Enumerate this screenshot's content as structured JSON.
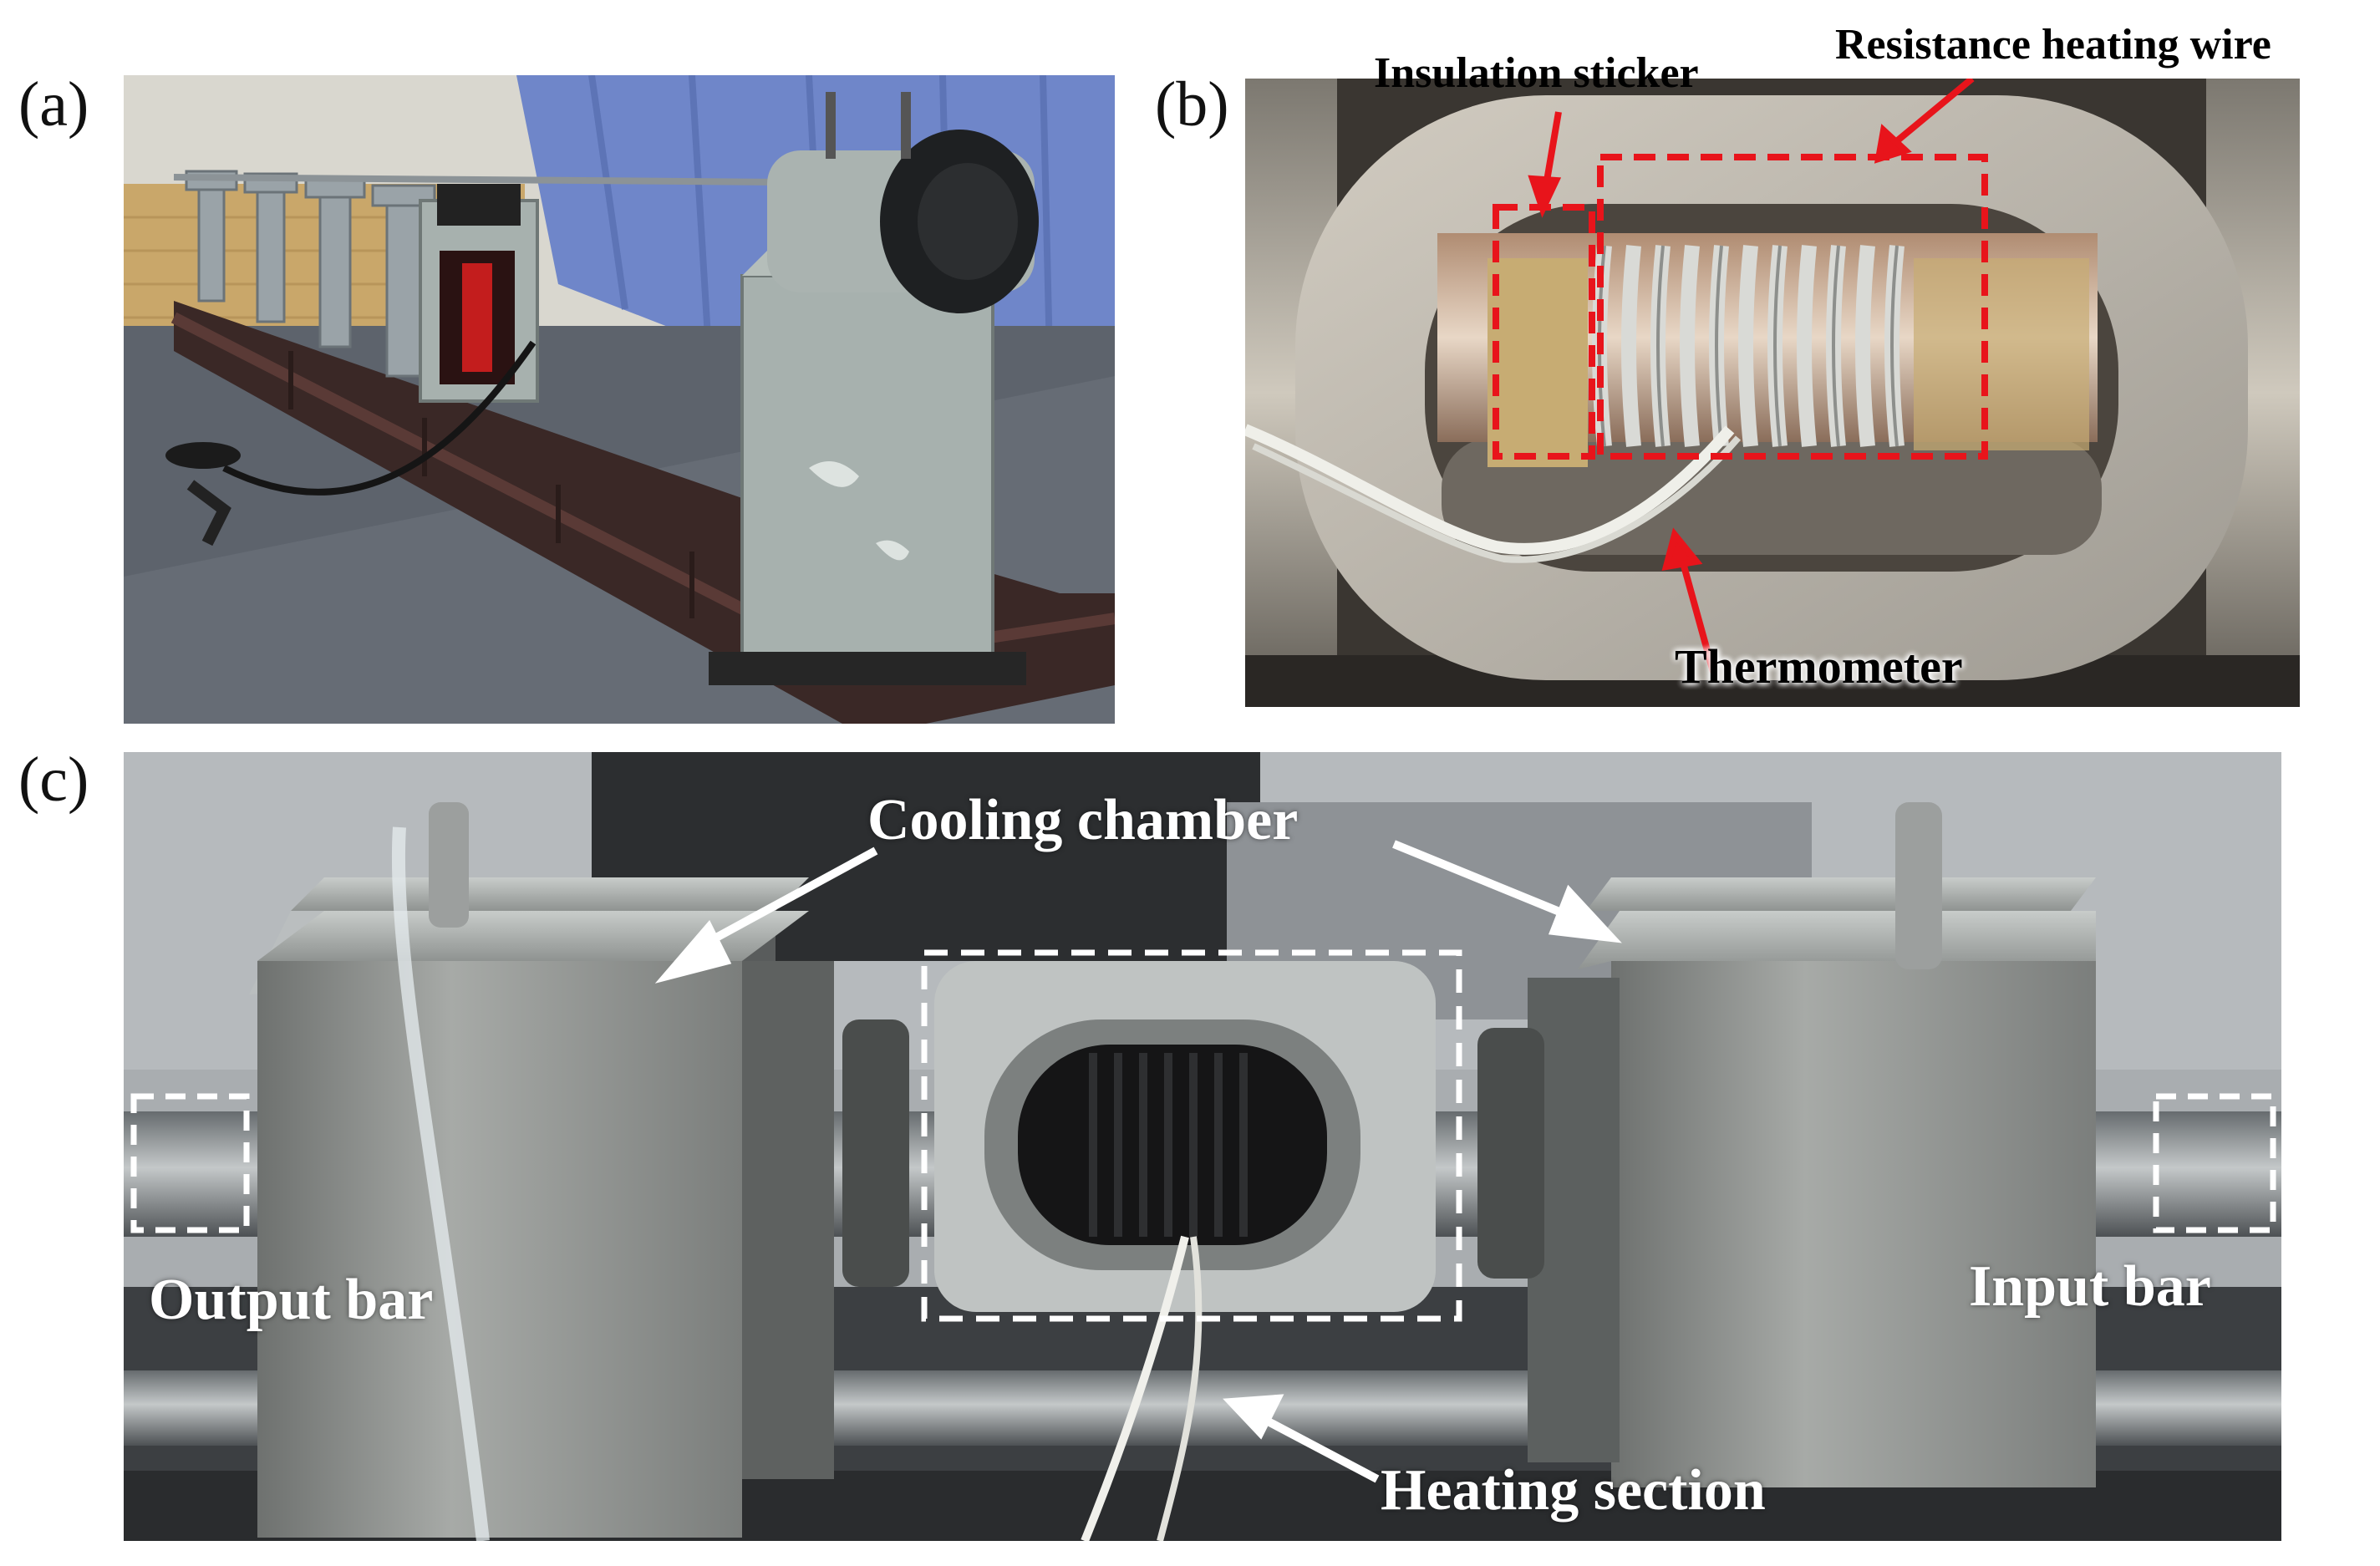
{
  "figure": {
    "panel_a": {
      "letter": "(a)"
    },
    "panel_b": {
      "letter": "(b)",
      "labels": {
        "insulation_sticker": "Insulation sticker",
        "resistance_heating_wire": "Resistance heating wire",
        "thermometer": "Thermometer"
      }
    },
    "panel_c": {
      "letter": "(c)",
      "labels": {
        "cooling_chamber": "Cooling chamber",
        "output_bar": "Output bar",
        "input_bar": "Input bar",
        "heating_section": "Heating section"
      }
    }
  },
  "colors": {
    "callout_red": "#e8141b",
    "callout_white": "#ffffff",
    "steel": "#9fa4a6",
    "machine_grey": "#a7b1ae",
    "backdrop_blue": "#6f86c9",
    "floor": "#5d636c",
    "frame_brown": "#3a2826"
  }
}
